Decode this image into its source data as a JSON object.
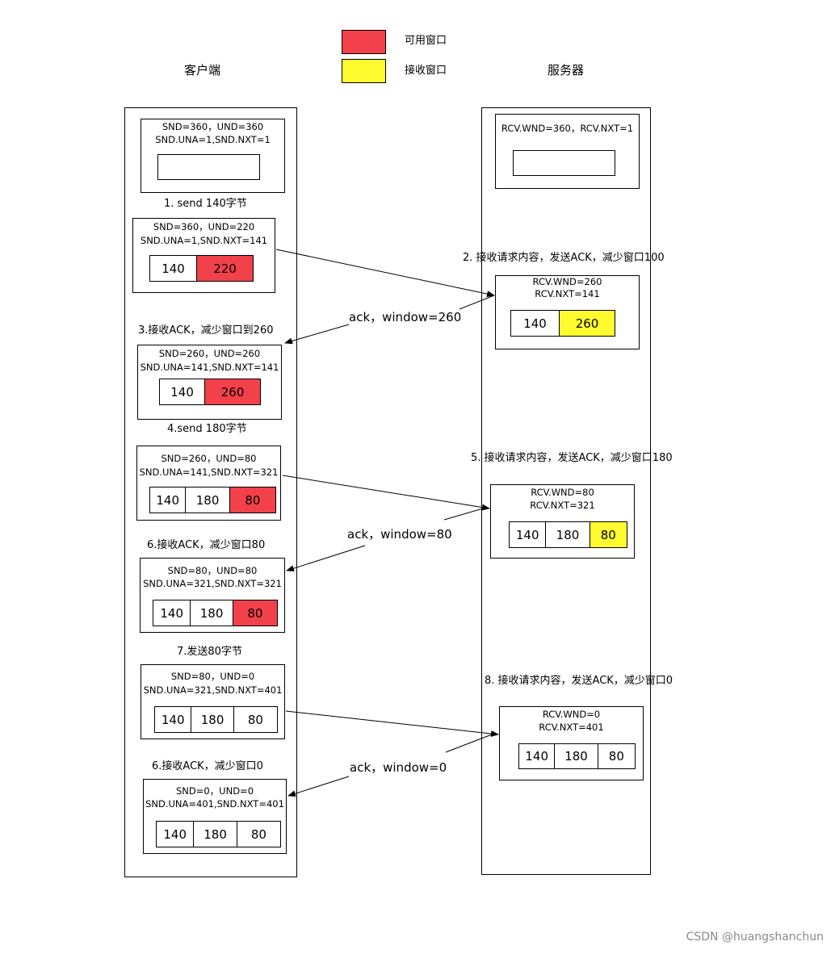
{
  "legend": {
    "available": {
      "label": "可用窗口",
      "color": "#f2414a"
    },
    "receive": {
      "label": "接收窗口",
      "color": "#fffb2e"
    }
  },
  "client_title": "客户端",
  "server_title": "服务器",
  "client": {
    "s0": {
      "line1": "SND=360，UND=360",
      "line2": "SND.UNA=1,SND.NXT=1"
    },
    "step1": "1. send  140字节",
    "s1": {
      "line1": "SND=360，UND=220",
      "line2": "SND.UNA=1,SND.NXT=141",
      "cells": [
        "140",
        "220"
      ]
    },
    "step3": "3.接收ACK，减少窗口到260",
    "s3": {
      "line1": "SND=260，UND=260",
      "line2": "SND.UNA=141,SND.NXT=141",
      "cells": [
        "140",
        "260"
      ]
    },
    "step4": "4.send  180字节",
    "s4": {
      "line1": "SND=260，UND=80",
      "line2": "SND.UNA=141,SND.NXT=321",
      "cells": [
        "140",
        "180",
        "80"
      ]
    },
    "step6": "6.接收ACK，减少窗口80",
    "s6": {
      "line1": "SND=80，UND=80",
      "line2": "SND.UNA=321,SND.NXT=321",
      "cells": [
        "140",
        "180",
        "80"
      ]
    },
    "step7": "7.发送80字节",
    "s7": {
      "line1": "SND=80，UND=0",
      "line2": "SND.UNA=321,SND.NXT=401",
      "cells": [
        "140",
        "180",
        "80"
      ]
    },
    "step9": "6.接收ACK，减少窗口0",
    "s9": {
      "line1": "SND=0，UND=0",
      "line2": "SND.UNA=401,SND.NXT=401",
      "cells": [
        "140",
        "180",
        "80"
      ]
    }
  },
  "server": {
    "r0": {
      "line1": "RCV.WND=360，RCV.NXT=1"
    },
    "step2": "2. 接收请求内容，发送ACK，减少窗口100",
    "r2": {
      "line1": "RCV.WND=260",
      "line2": "RCV.NXT=141",
      "cells": [
        "140",
        "260"
      ]
    },
    "step5": "5. 接收请求内容，发送ACK，减少窗口180",
    "r5": {
      "line1": "RCV.WND=80",
      "line2": "RCV.NXT=321",
      "cells": [
        "140",
        "180",
        "80"
      ]
    },
    "step8": "8. 接收请求内容，发送ACK，减少窗口0",
    "r8": {
      "line1": "RCV.WND=0",
      "line2": "RCV.NXT=401",
      "cells": [
        "140",
        "180",
        "80"
      ]
    }
  },
  "acks": {
    "a1": "ack，window=260",
    "a2": "ack，window=80",
    "a3": "ack，window=0"
  },
  "watermark": "CSDN @huangshanchun"
}
